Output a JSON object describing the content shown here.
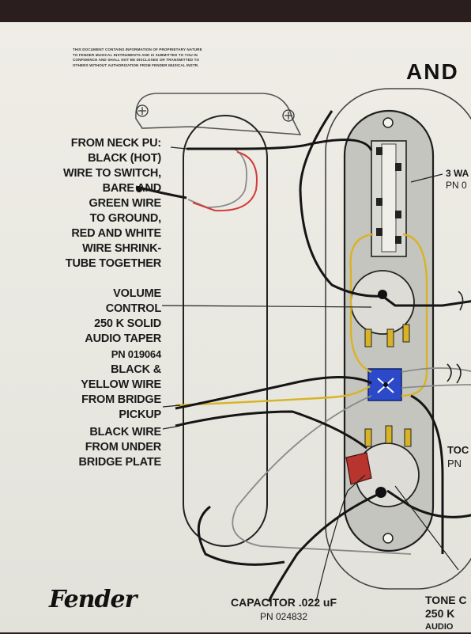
{
  "notice_lines": [
    "THIS DOCUMENT CONTAINS INFORMATION OF PROPRIETARY NATURE",
    "TO FENDER MUSICAL INSTRUMENTS AND IS SUBMITTED TO YOU IN",
    "CONFIDENCE AND SHALL NOT BE DISCLOSED OR TRANSMITTED TO",
    "OTHERS WITHOUT AUTHORIZATION FROM FENDER MUSICAL INSTR."
  ],
  "title": "AND",
  "labels": {
    "neck_pickup": [
      "FROM NECK PU:",
      "BLACK (HOT)",
      "WIRE TO SWITCH,",
      "BARE AND",
      "GREEN WIRE",
      "TO GROUND,",
      "RED AND WHITE",
      "WIRE SHRINK-",
      "TUBE TOGETHER"
    ],
    "volume": [
      "VOLUME",
      "CONTROL",
      "250 K SOLID",
      "AUDIO TAPER",
      "PN 019064"
    ],
    "bridge_pickup": [
      "BLACK &",
      "YELLOW WIRE",
      "FROM BRIDGE",
      "PICKUP"
    ],
    "bridge_plate": [
      "BLACK WIRE",
      "FROM UNDER",
      "BRIDGE PLATE"
    ]
  },
  "parts": {
    "switch": [
      "3 WA",
      "PN 0"
    ],
    "tone_right": [
      "TOC",
      "PN"
    ],
    "capacitor_name": "CAPACITOR .022 uF",
    "capacitor_pn": "PN 024832",
    "tone_bottom": [
      "TONE C",
      "250 K",
      "AUDIO"
    ]
  },
  "logo": "Fender",
  "colors": {
    "paper": "#ecebe4",
    "wire_black": "#151515",
    "wire_yellow": "#d8b326",
    "wire_red": "#d23a3a",
    "plate": "#c5c5c0",
    "capacitor": "#b8352f",
    "terminal_block": "#2b49c9"
  }
}
